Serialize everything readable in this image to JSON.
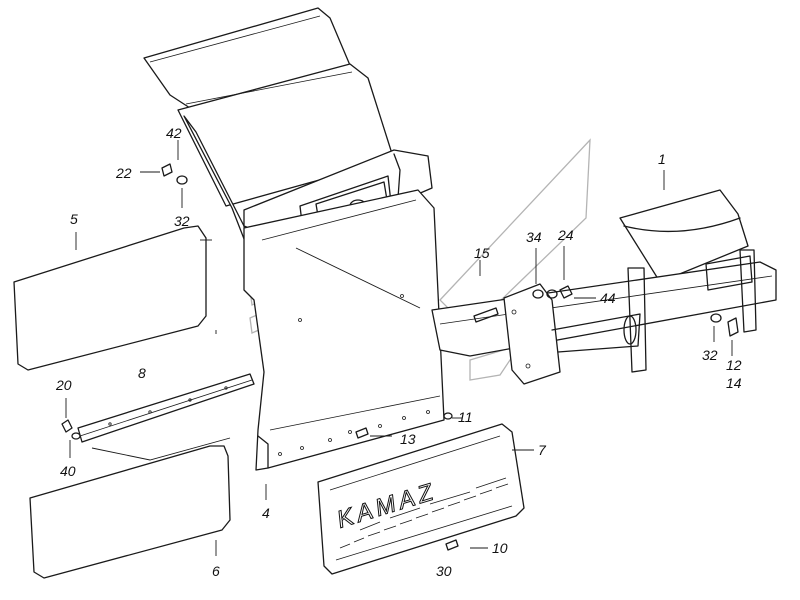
{
  "diagram": {
    "mudflap_logo": "KAMAZ",
    "labels": {
      "l1": "1",
      "l4": "4",
      "l5": "5",
      "l6": "6",
      "l7": "7",
      "l8": "8",
      "l10": "10",
      "l11": "11",
      "l12": "12",
      "l13": "13",
      "l14": "14",
      "l15": "15",
      "l20": "20",
      "l22": "22",
      "l24": "24",
      "l30": "30",
      "l32a": "32",
      "l32b": "32",
      "l34": "34",
      "l40": "40",
      "l42": "42",
      "l44": "44"
    }
  }
}
